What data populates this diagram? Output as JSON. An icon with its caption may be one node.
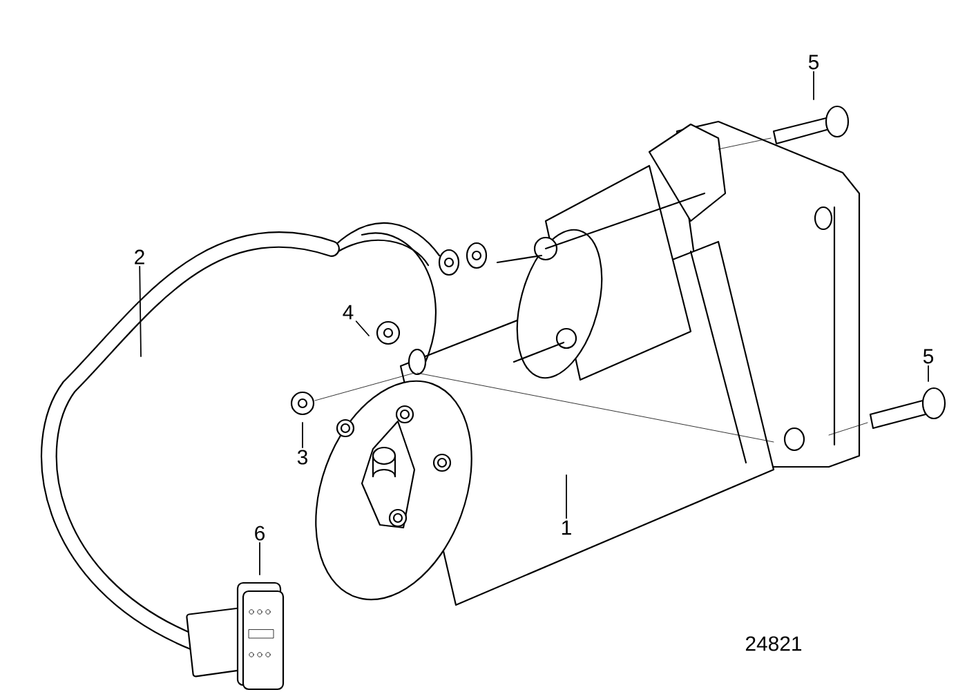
{
  "diagram": {
    "nodes": [
      {
        "text": [
          "1"
        ]
      },
      {
        "text": [
          "2"
        ]
      },
      {
        "text": [
          "3"
        ]
      },
      {
        "text": [
          "4"
        ]
      },
      {
        "text": [
          "5"
        ]
      },
      {
        "text": [
          "5"
        ]
      },
      {
        "text": [
          "6"
        ]
      }
    ],
    "edges": [
      {
        "from": 0,
        "to": null,
        "arrow": "none"
      },
      {
        "from": 1,
        "to": null,
        "arrow": "none"
      },
      {
        "from": 2,
        "to": null,
        "arrow": "none"
      },
      {
        "from": 3,
        "to": null,
        "arrow": "none"
      },
      {
        "from": 4,
        "to": null,
        "arrow": "none"
      },
      {
        "from": 5,
        "to": null,
        "arrow": "none"
      },
      {
        "from": 6,
        "to": null,
        "arrow": "none"
      }
    ],
    "labels": [
      "24821"
    ]
  }
}
